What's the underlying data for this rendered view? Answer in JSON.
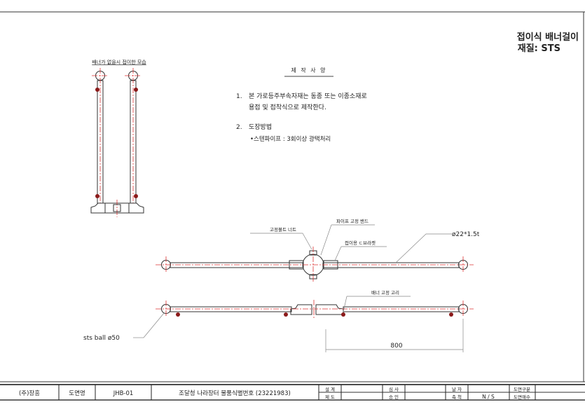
{
  "header": {
    "title": "접이식 배너걸이",
    "material": "재질: STS"
  },
  "folded_view": {
    "caption": "배너가 없을시 접이한 모습"
  },
  "spec": {
    "title": "제 작 사 양",
    "item1_num": "1.",
    "item1_line1": "본 가로등주부속자재는 동종 또는 이종소재로",
    "item1_line2": "용접 및 접착식으로 제작한다.",
    "item2_num": "2.",
    "item2_title": "도장방법",
    "item2_detail": "•스텐파이프 : 3회이상 광택처리"
  },
  "labels": {
    "bolt_nut": "고정볼트 너트",
    "pipe_band": "파이프 고정 밴드",
    "pipe_size": "ø22*1.5t",
    "bracket": "접이용 ㄷ브라켓",
    "banner_ring": "배너 고정 고리",
    "ball": "sts ball ø50",
    "dimension": "800"
  },
  "title_block": {
    "company": "(주)장흥",
    "drawing_name_label": "도면명",
    "drawing_no": "JHB-01",
    "description": "조달청 나라장터 물품식별번호 (23221983)",
    "design": "설 계",
    "draft": "제 도",
    "review": "심 사",
    "approve": "승 인",
    "date": "날 자",
    "scale_label": "축 척",
    "scale": "N / S",
    "category": "도면구분",
    "sheets": "도면매수"
  }
}
